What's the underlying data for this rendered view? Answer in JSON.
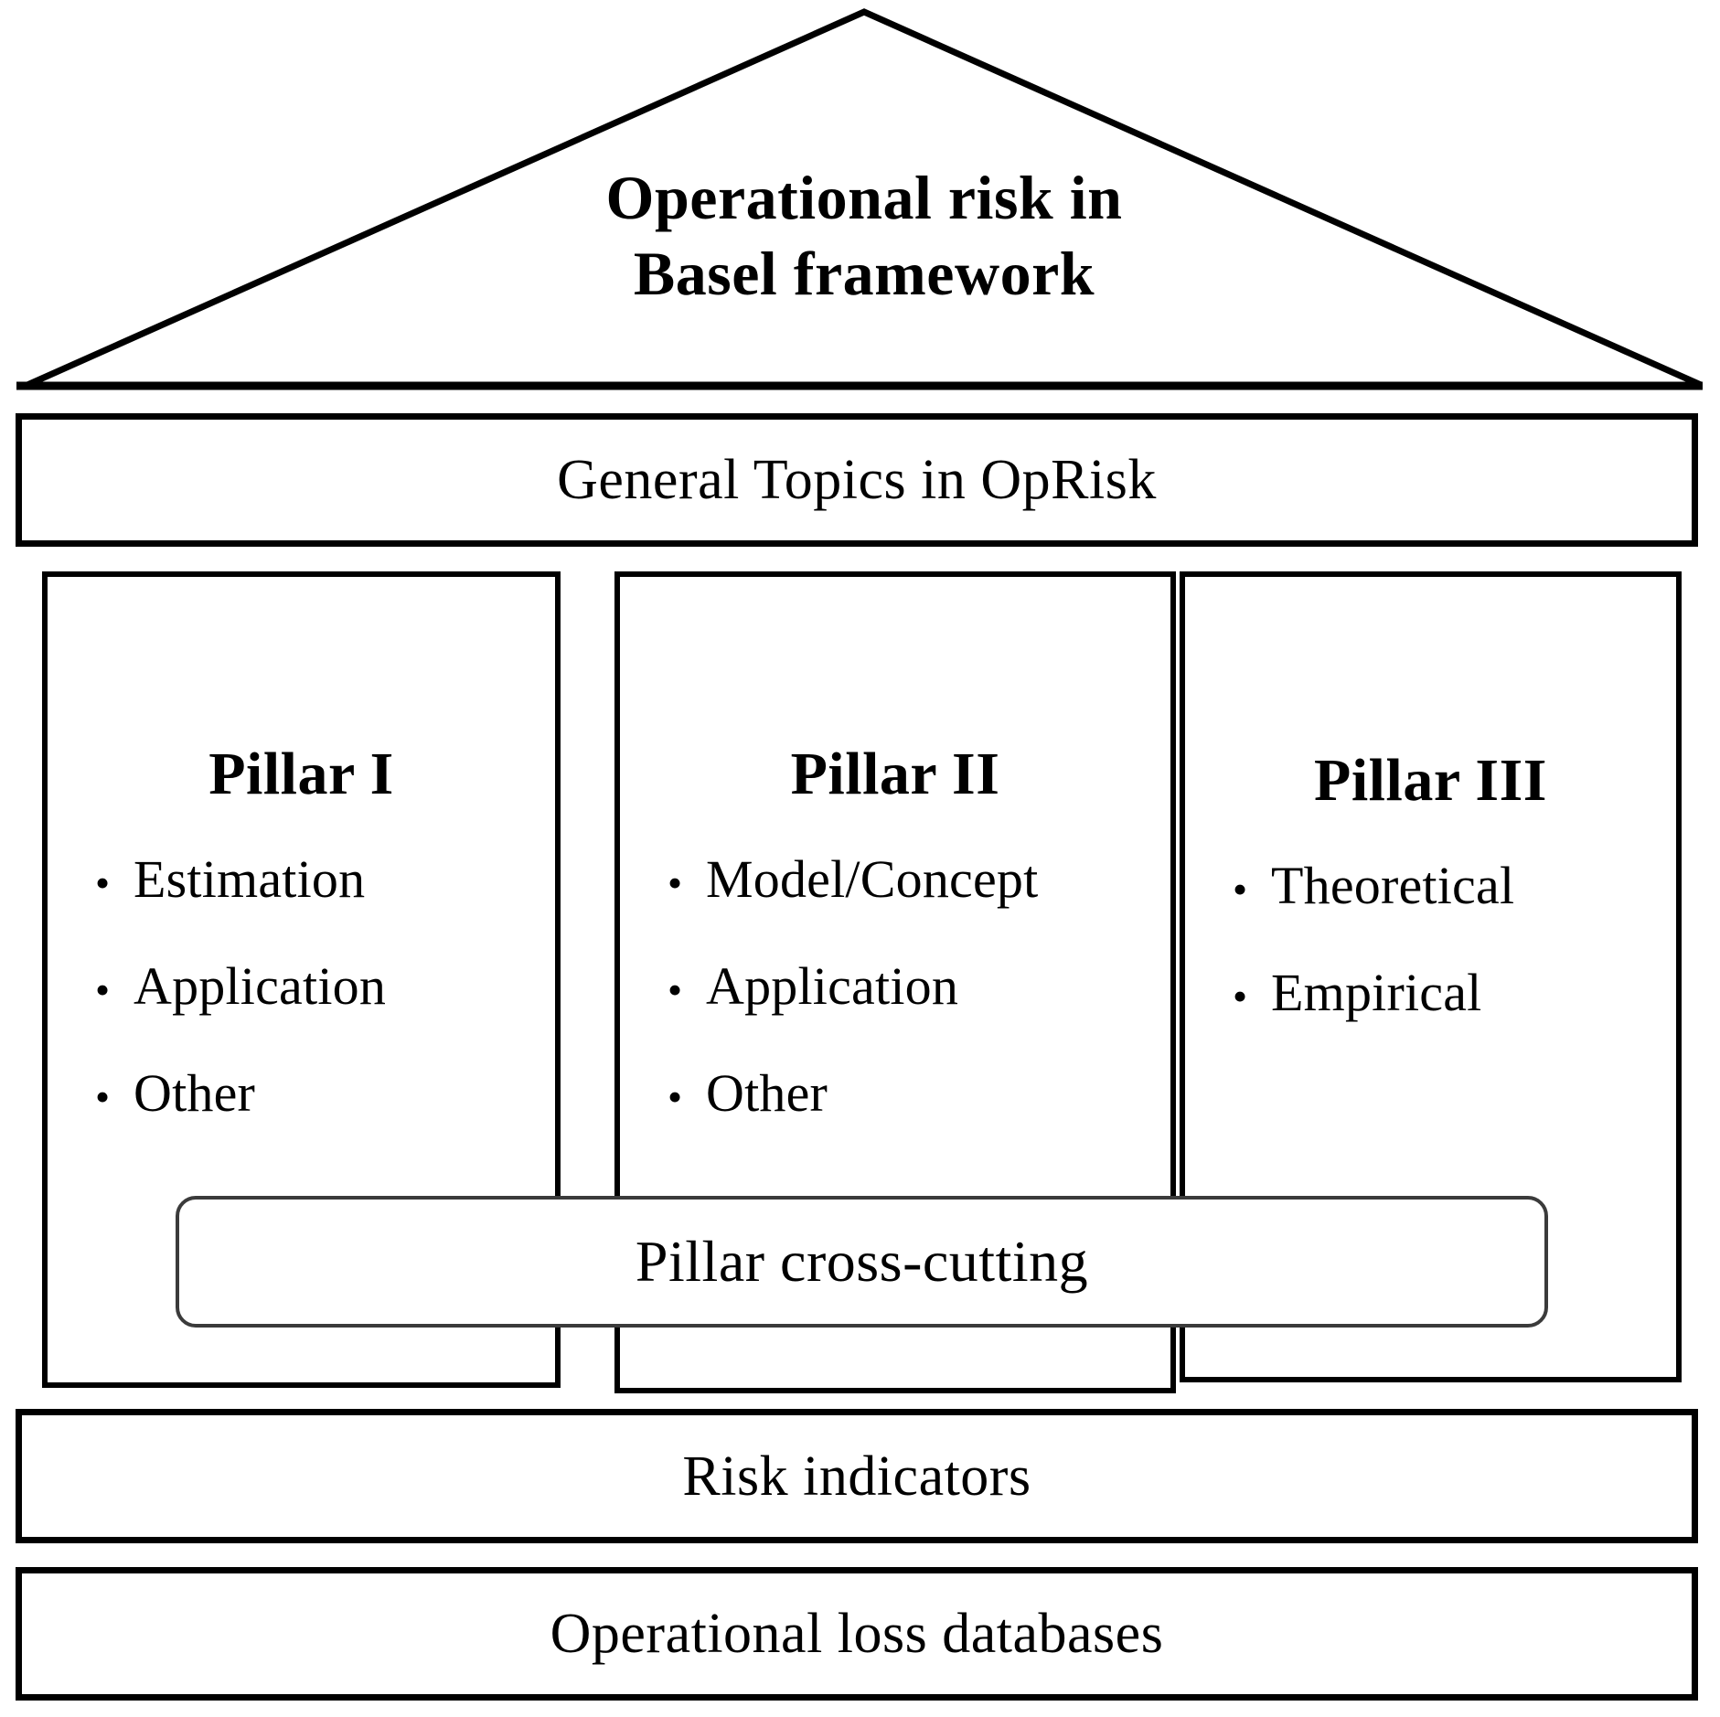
{
  "diagram": {
    "roof": {
      "title_line_1": "Operational risk in",
      "title_line_2": "Basel framework"
    },
    "top_bar": {
      "label": "General Topics in OpRisk"
    },
    "pillars": [
      {
        "id": "pillar-1",
        "title": "Pillar I",
        "bullet_glyph": "•",
        "items": [
          "Estimation",
          "Application",
          "Other"
        ]
      },
      {
        "id": "pillar-2",
        "title": "Pillar II",
        "bullet_glyph": "•",
        "items": [
          "Model/Concept",
          "Application",
          "Other"
        ]
      },
      {
        "id": "pillar-3",
        "title": "Pillar III",
        "bullet_glyph": "•",
        "items": [
          "Theoretical",
          "Empirical"
        ]
      }
    ],
    "cross_cutting": {
      "label": "Pillar cross-cutting"
    },
    "foundation_bars": [
      {
        "id": "risk-indicators",
        "label": "Risk indicators"
      },
      {
        "id": "operational-loss-databases",
        "label": "Operational loss databases"
      }
    ]
  },
  "colors": {
    "stroke": "#000000",
    "cross_cutting_stroke": "#3b3b3b",
    "background": "#ffffff"
  }
}
